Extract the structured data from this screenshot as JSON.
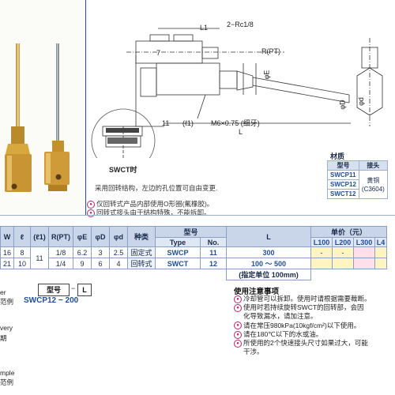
{
  "drawing": {
    "dim_l1": "L1",
    "dim_rc": "2−Rc1/8",
    "dim_7": "7",
    "dim_rpt": "R(PT)",
    "dim_phie": "φE",
    "dim_phid": "φd",
    "dim_phid_big": "φD",
    "dim_11": "11",
    "dim_ell1": "(ℓ1)",
    "dim_m6": "M6×0.75 (细牙)",
    "dim_l": "L",
    "swct_label": "SWCT时",
    "note_rotate": "采用回转结构，左边的孔位置可自由变更.",
    "note_1": "仅回转式产品内部使用O形圈(氟橡胶)。",
    "note_2": "回转式接头由于结构特殊，不能拆卸。"
  },
  "material": {
    "title": "材质",
    "col_type": "型号",
    "col_joint": "接头",
    "rows": [
      "SWCP11",
      "SWCP12",
      "SWCT12"
    ],
    "material_name": "黄铜",
    "material_code": "(C3604)"
  },
  "spec_table": {
    "headers": [
      "W",
      "ℓ",
      "(ℓ1)",
      "R(PT)",
      "φE",
      "φD",
      "φd",
      "种类",
      "型号",
      "",
      "L",
      "单价（元）"
    ],
    "type_header": "Type",
    "no_header": "No.",
    "price_cols": [
      "L100",
      "L200",
      "L300",
      "L4"
    ],
    "rows": [
      {
        "W": "16",
        "l": "8",
        "l1": "11",
        "R": "1/8",
        "E": "6.2",
        "D": "3",
        "d": "2.5",
        "kind": "固定式",
        "type": "SWCP",
        "no": "11",
        "L": "300",
        "prices": [
          "-",
          "-",
          "",
          ""
        ]
      },
      {
        "W": "21",
        "l": "10",
        "l1": "",
        "R": "1/4",
        "E": "9",
        "D": "6",
        "d": "4",
        "kind": "回转式",
        "type": "SWCT",
        "no": "12",
        "L": "100 ～ 500",
        "prices": [
          "",
          "",
          "",
          ""
        ]
      }
    ],
    "l_note": "(指定单位 100mm)"
  },
  "order_example": {
    "box_type": "型号",
    "box_dash": "−",
    "box_l": "L",
    "label_left": "范例",
    "value": "SWCP12 − 200"
  },
  "left_fragments": [
    "er",
    "范例",
    "very",
    "期",
    "mple",
    "范例"
  ],
  "usage": {
    "title": "使用注意事项",
    "lines": [
      "冷却管可以拆卸。使用时请根据需要裁断。",
      "使用时若持续旋转SWCT的回转部，会因",
      "化导致漏水，请加注意。",
      "请在常压980kPa(10kgf/cm²)以下使用。",
      "请在180℃以下的水或油。",
      "所使用的2个快速接头尺寸如果过大，可能",
      "干涉。"
    ]
  },
  "colors": {
    "accent": "#1f4e9a",
    "pink": "#c0206a",
    "yellow": "#fff5c2"
  }
}
